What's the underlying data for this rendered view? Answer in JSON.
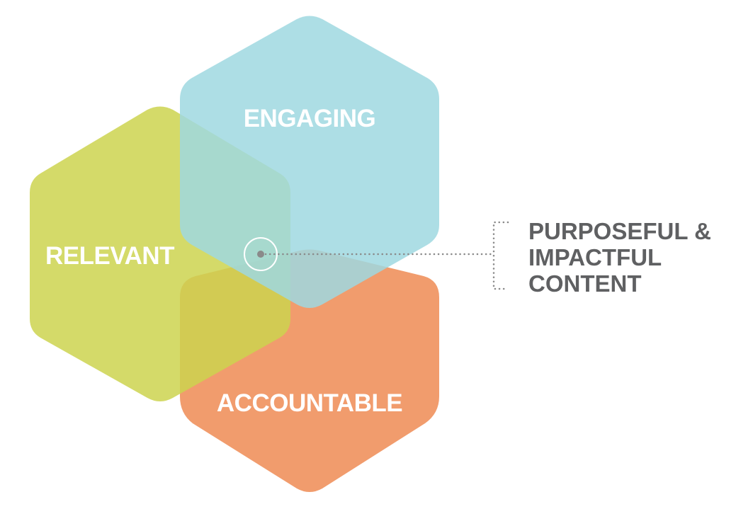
{
  "hexagons": [
    {
      "id": "relevant",
      "label": "RELEVANT",
      "color": "#cdd44f"
    },
    {
      "id": "engaging",
      "label": "ENGAGING",
      "color": "#9fd8e0"
    },
    {
      "id": "accountable",
      "label": "ACCOUNTABLE",
      "color": "#ee8b53"
    }
  ],
  "callout": {
    "lines": [
      "PURPOSEFUL &",
      "IMPACTFUL",
      "CONTENT"
    ],
    "text_color": "#5f6062",
    "connector_color": "#8a8a8a"
  }
}
